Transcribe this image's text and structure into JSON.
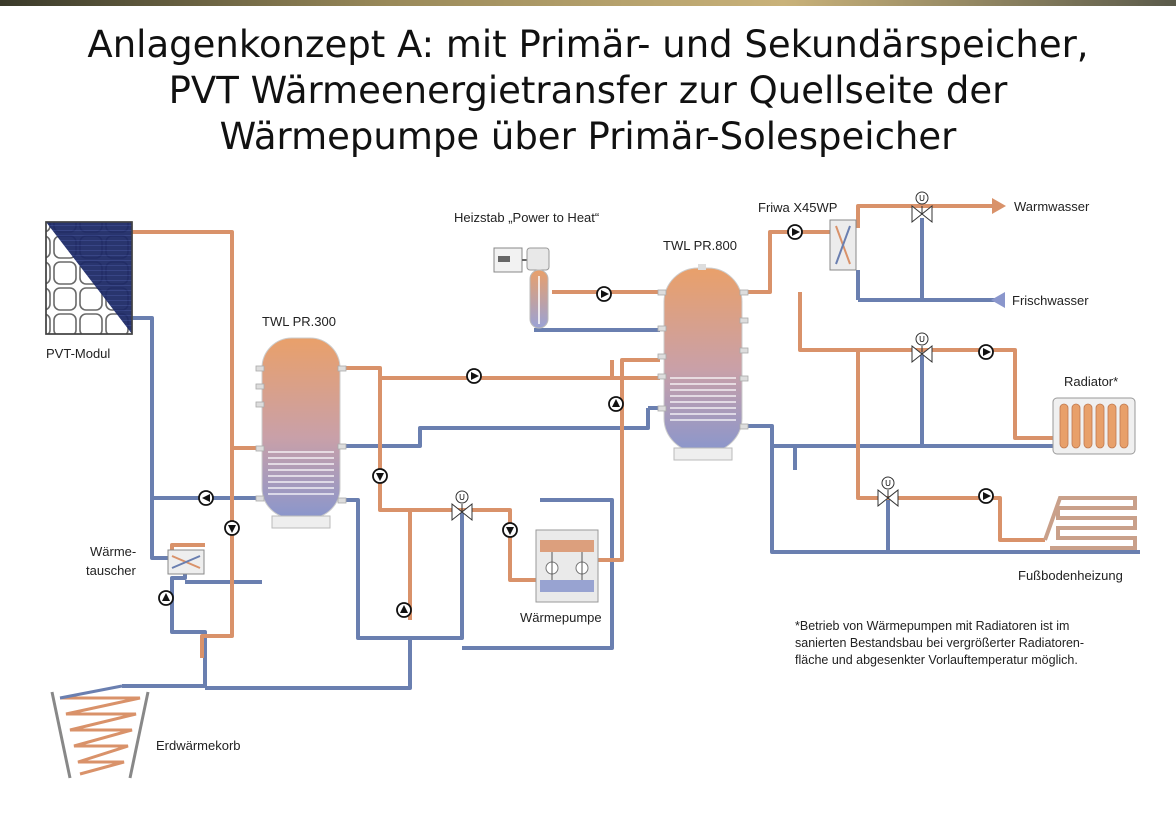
{
  "title": {
    "line1": "Anlagenkonzept A: mit Primär- und Sekundärspeicher,",
    "line2": "PVT Wärmeenergietransfer zur Quellseite der",
    "line3": "Wärmepumpe über Primär-Solespeicher"
  },
  "labels": {
    "pvt_module": "PVT-Modul",
    "tank_small": "TWL PR.300",
    "tank_large": "TWL PR.800",
    "heater": "Heizstab „Power to Heat“",
    "fresh_water_station": "Friwa X45WP",
    "hot_water": "Warmwasser",
    "fresh_water": "Frischwasser",
    "radiator": "Radiator*",
    "floor_heating": "Fußbodenheizung",
    "heat_pump": "Wärmepumpe",
    "heat_exchanger_1": "Wärme-",
    "heat_exchanger_2": "tauscher",
    "ground_basket": "Erdwärmekorb",
    "valve_letter": "U"
  },
  "footnote": {
    "line1": "*Betrieb von Wärmepumpen mit Radiatoren ist im",
    "line2": "sanierten Bestandsbau bei vergrößerter Radiatoren-",
    "line3": "fläche und abgesenkter Vorlauftemperatur möglich."
  },
  "colors": {
    "warm_pipe": "#d9926a",
    "cold_pipe": "#6a7fb0",
    "tank_top": "#e8a06a",
    "tank_bottom": "#8a96cc",
    "pvt_panel": "#1e2a66"
  }
}
